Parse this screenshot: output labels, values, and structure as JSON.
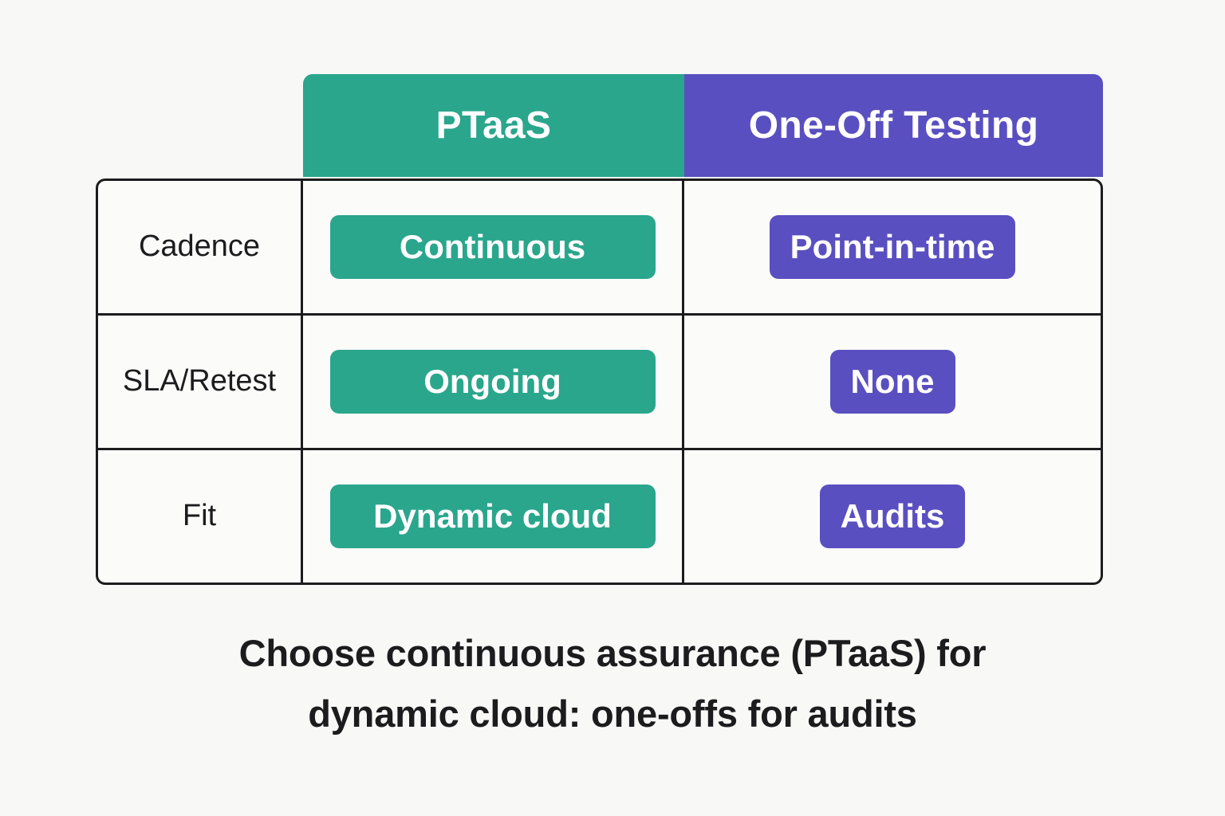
{
  "page": {
    "background_color": "#f8f8f7",
    "text_color": "#1c1c1e"
  },
  "palette": {
    "teal": "#2aa68c",
    "purple": "#5a4fc0",
    "border": "#1c1c1e",
    "cell_background": "#fbfbfa",
    "header_text": "#ffffff"
  },
  "table": {
    "columns": [
      {
        "key": "attribute",
        "label": ""
      },
      {
        "key": "ptaas",
        "label": "PTaaS",
        "color": "#2aa68c"
      },
      {
        "key": "oneoff",
        "label": "One-Off Testing",
        "color": "#5a4fc0"
      }
    ],
    "rows": [
      {
        "label": "Cadence",
        "ptaas": "Continuous",
        "oneoff": "Point-in-time"
      },
      {
        "label": "SLA/Retest",
        "ptaas": "Ongoing",
        "oneoff": "None"
      },
      {
        "label": "Fit",
        "ptaas": "Dynamic cloud",
        "oneoff": "Audits"
      }
    ]
  },
  "caption": {
    "line1": "Choose continuous assurance (PTaaS) for",
    "line2": "dynamic cloud: one-offs for audits"
  }
}
